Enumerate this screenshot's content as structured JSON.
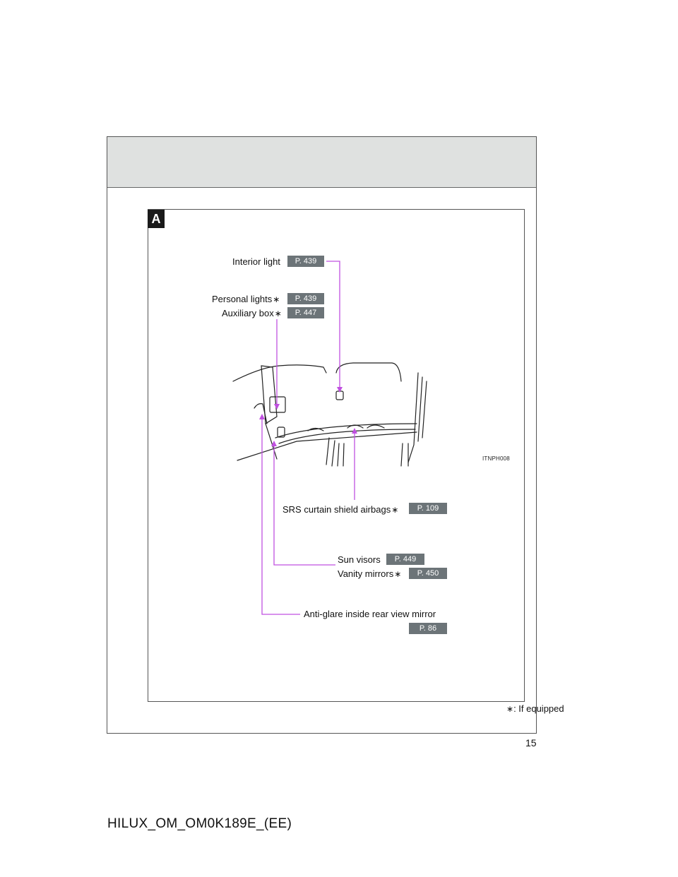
{
  "section_badge": "A",
  "image_code": "ITNPH008",
  "callouts": {
    "interior_light": {
      "label": "Interior light",
      "page": "P. 439"
    },
    "personal_lights": {
      "label": "Personal lights",
      "page": "P. 439"
    },
    "auxiliary_box": {
      "label": "Auxiliary box",
      "page": "P. 447"
    },
    "srs_airbags": {
      "label": "SRS curtain shield airbags",
      "page": "P. 109"
    },
    "sun_visors": {
      "label": "Sun visors",
      "page": "P. 449"
    },
    "vanity_mirrors": {
      "label": "Vanity mirrors",
      "page": "P. 450"
    },
    "anti_glare_mirror": {
      "label": "Anti-glare inside rear view mirror",
      "page": "P. 86"
    }
  },
  "asterisk": "∗",
  "footnote": ": If equipped",
  "page_number": "15",
  "doc_id": "HILUX_OM_OM0K189E_(EE)",
  "colors": {
    "leader_line": "#c050e0",
    "page_ref_bg": "#6c7478",
    "header_band": "#dfe1e0"
  }
}
